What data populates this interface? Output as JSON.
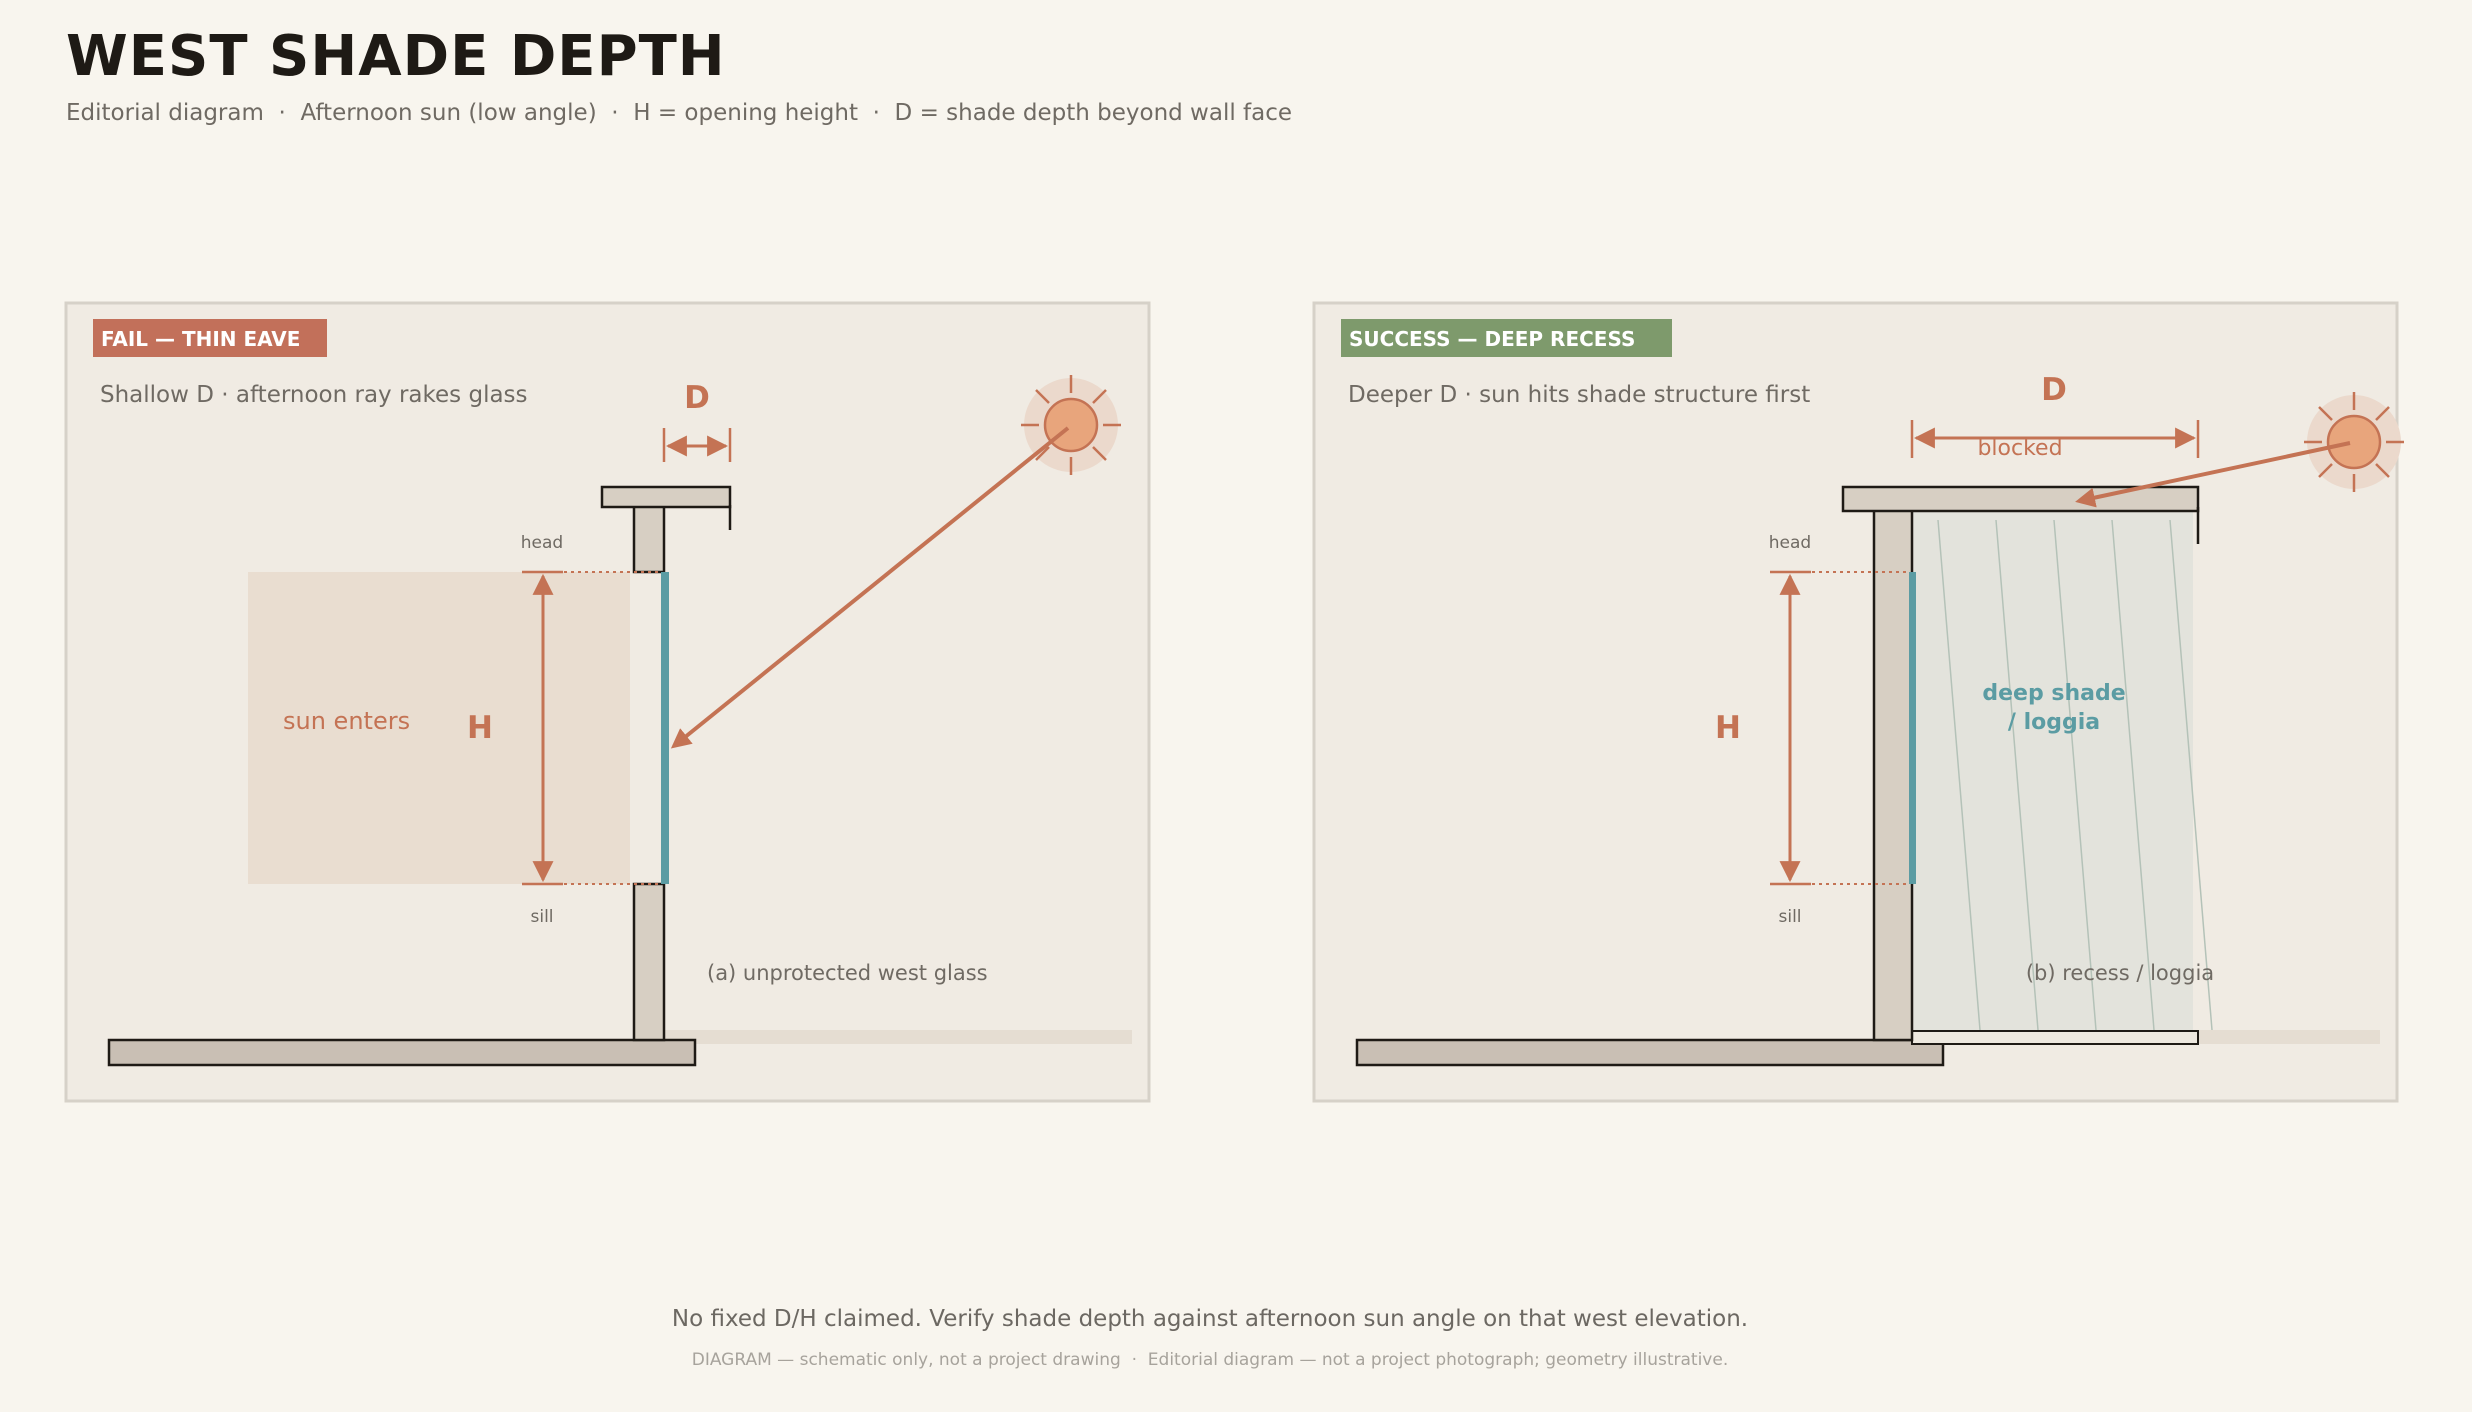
{
  "header": {
    "title": "WEST SHADE DEPTH",
    "subtitle": "Editorial diagram  ·  Afternoon sun (low angle)  ·  H = opening height  ·  D = shade depth beyond wall face"
  },
  "colors": {
    "background": "#f8f5ee",
    "panel": "#f0ebe3",
    "accent_terracotta": "#c47354",
    "fail_badge": "#c2705a",
    "success_badge": "#7e9a6c",
    "glass": "#5b9ca3",
    "wall": "#d7cfc3",
    "sun": "#e8a57c"
  },
  "panels": [
    {
      "badge": "FAIL — THIN EAVE",
      "caption": "Shallow D · afternoon ray rakes glass",
      "d_label": "D",
      "h_label": "H",
      "head_label": "head",
      "sill_label": "sill",
      "zone_label": "sun enters",
      "footnote": "(a) unprotected west glass"
    },
    {
      "badge": "SUCCESS — DEEP RECESS",
      "caption": "Deeper D · sun hits shade structure first",
      "d_label": "D",
      "h_label": "H",
      "head_label": "head",
      "sill_label": "sill",
      "blocked_label": "blocked",
      "shade_label_line1": "deep shade",
      "shade_label_line2": "/ loggia",
      "footnote": "(b) recess / loggia"
    }
  ],
  "footer": {
    "note": "No fixed D/H claimed. Verify shade depth against afternoon sun angle on that west elevation.",
    "caption": "DIAGRAM — schematic only, not a project drawing  ·  Editorial diagram — not a project photograph; geometry illustrative."
  }
}
